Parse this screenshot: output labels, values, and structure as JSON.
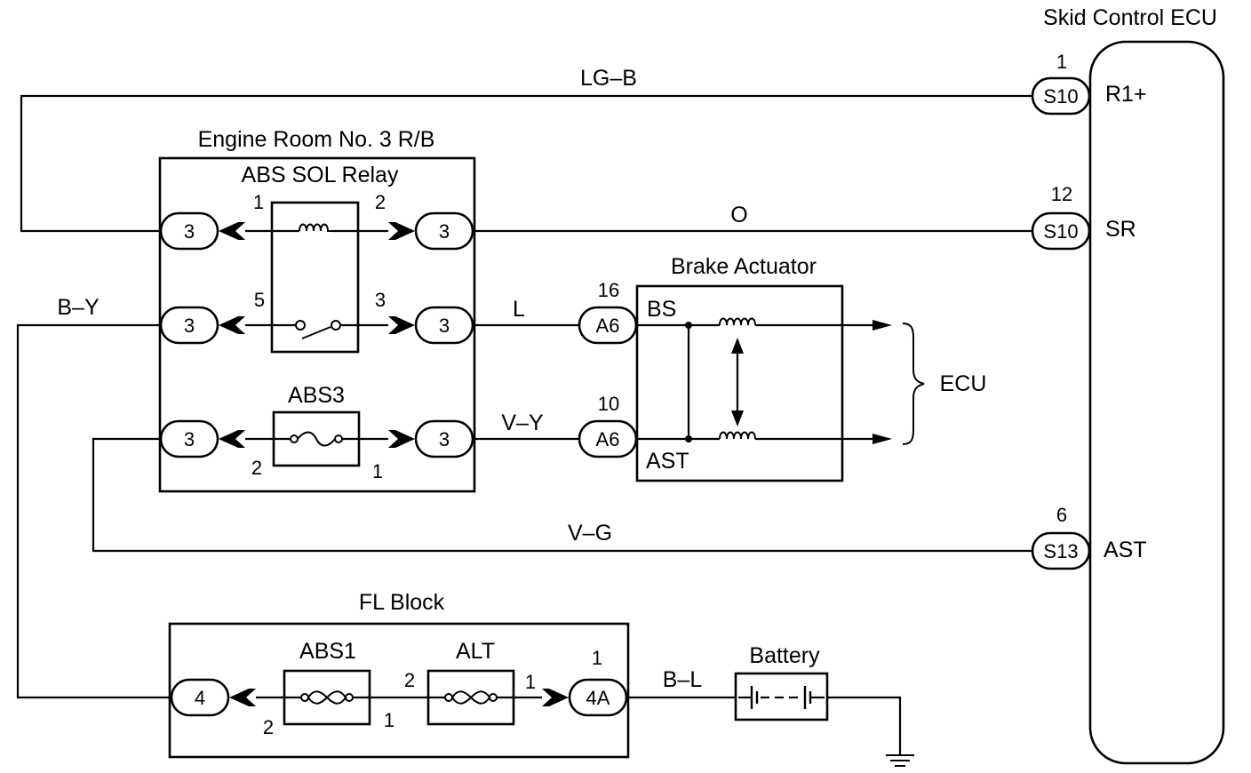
{
  "ecu": {
    "title": "Skid Control ECU",
    "terminals": [
      {
        "pin": "1",
        "connector": "S10",
        "name": "R1+"
      },
      {
        "pin": "12",
        "connector": "S10",
        "name": "SR"
      },
      {
        "pin": "6",
        "connector": "S13",
        "name": "AST"
      }
    ]
  },
  "wires": {
    "lg_b": "LG–B",
    "o": "O",
    "b_y": "B–Y",
    "l": "L",
    "v_y": "V–Y",
    "v_g": "V–G",
    "b_l": "B–L"
  },
  "engine_room": {
    "title": "Engine Room No. 3 R/B",
    "relay_label": "ABS SOL Relay",
    "fuse_label": "ABS3",
    "connector": "3",
    "relay_pins": {
      "p1": "1",
      "p2": "2",
      "p5": "5",
      "p3": "3"
    },
    "fuse_pins": {
      "left": "2",
      "right": "1"
    }
  },
  "actuator": {
    "title": "Brake Actuator",
    "connector": "A6",
    "pin_bs": "16",
    "pin_ast": "10",
    "term_bs": "BS",
    "term_ast": "AST",
    "to_label": "ECU"
  },
  "fl_block": {
    "title": "FL Block",
    "fuse1_label": "ABS1",
    "fuse2_label": "ALT",
    "left_connector": "4",
    "right_connector": "4A",
    "right_pin_top": "1",
    "abs1_pins": {
      "left": "2",
      "right": "1"
    },
    "alt_pins": {
      "left": "2",
      "right": "1"
    }
  },
  "battery": {
    "label": "Battery"
  }
}
